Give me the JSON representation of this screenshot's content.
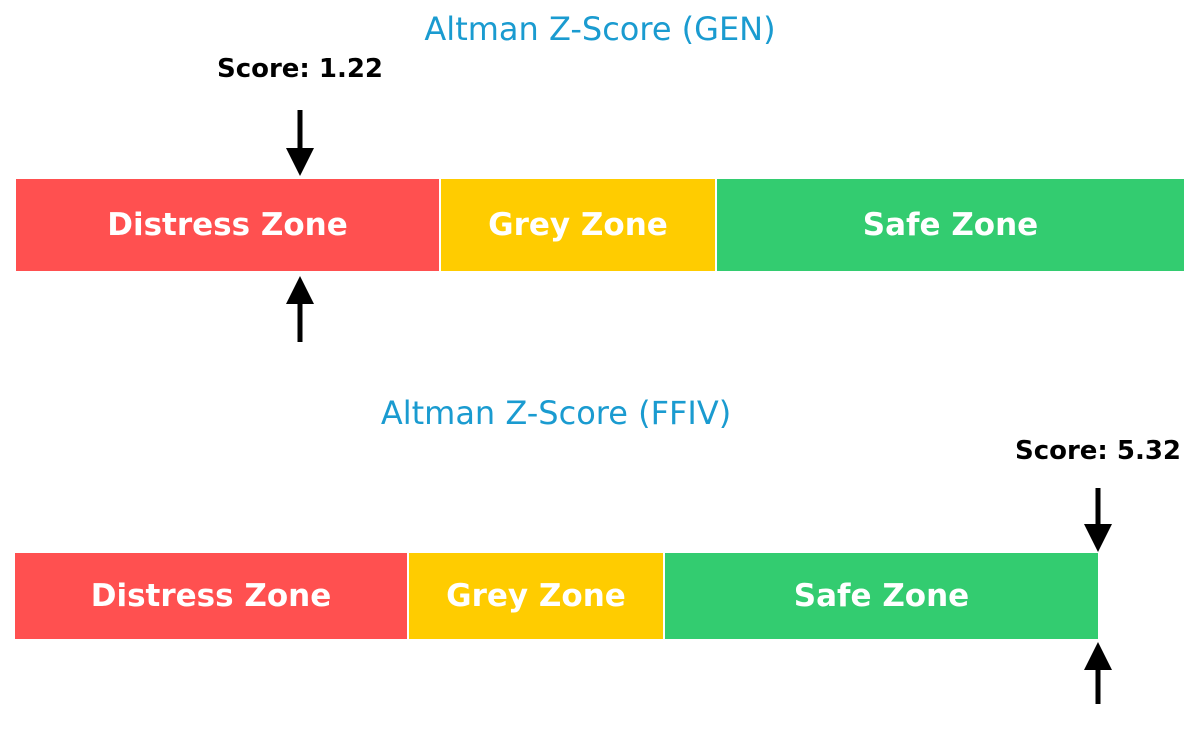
{
  "colors": {
    "title": "#1a9bd0",
    "distress": "#ff5050",
    "grey": "#ffcc00",
    "safe": "#33cc70",
    "zone_text": "#ffffff",
    "score_text": "#000000"
  },
  "charts": [
    {
      "title": "Altman Z-Score (GEN)",
      "score_label": "Score: 1.22",
      "zones": [
        {
          "label": "Distress Zone"
        },
        {
          "label": "Grey Zone"
        },
        {
          "label": "Safe Zone"
        }
      ]
    },
    {
      "title": "Altman Z-Score (FFIV)",
      "score_label": "Score: 5.32",
      "zones": [
        {
          "label": "Distress Zone"
        },
        {
          "label": "Grey Zone"
        },
        {
          "label": "Safe Zone"
        }
      ]
    }
  ],
  "chart_data": [
    {
      "type": "bar",
      "title": "Altman Z-Score (GEN)",
      "ticker": "GEN",
      "score": 1.22,
      "categories": [
        "Distress Zone",
        "Grey Zone",
        "Safe Zone"
      ],
      "zone_ranges": [
        [
          0,
          1.81
        ],
        [
          1.81,
          2.99
        ],
        [
          2.99,
          5.0
        ]
      ],
      "xlim": [
        0,
        5.0
      ],
      "xlabel": "",
      "ylabel": "",
      "grid": false,
      "annotations": [
        "Score: 1.22"
      ]
    },
    {
      "type": "bar",
      "title": "Altman Z-Score (FFIV)",
      "ticker": "FFIV",
      "score": 5.32,
      "categories": [
        "Distress Zone",
        "Grey Zone",
        "Safe Zone"
      ],
      "zone_ranges": [
        [
          0,
          1.81
        ],
        [
          1.81,
          2.99
        ],
        [
          2.99,
          5.0
        ]
      ],
      "xlim": [
        0,
        5.5
      ],
      "xlabel": "",
      "ylabel": "",
      "grid": false,
      "annotations": [
        "Score: 5.32"
      ]
    }
  ]
}
